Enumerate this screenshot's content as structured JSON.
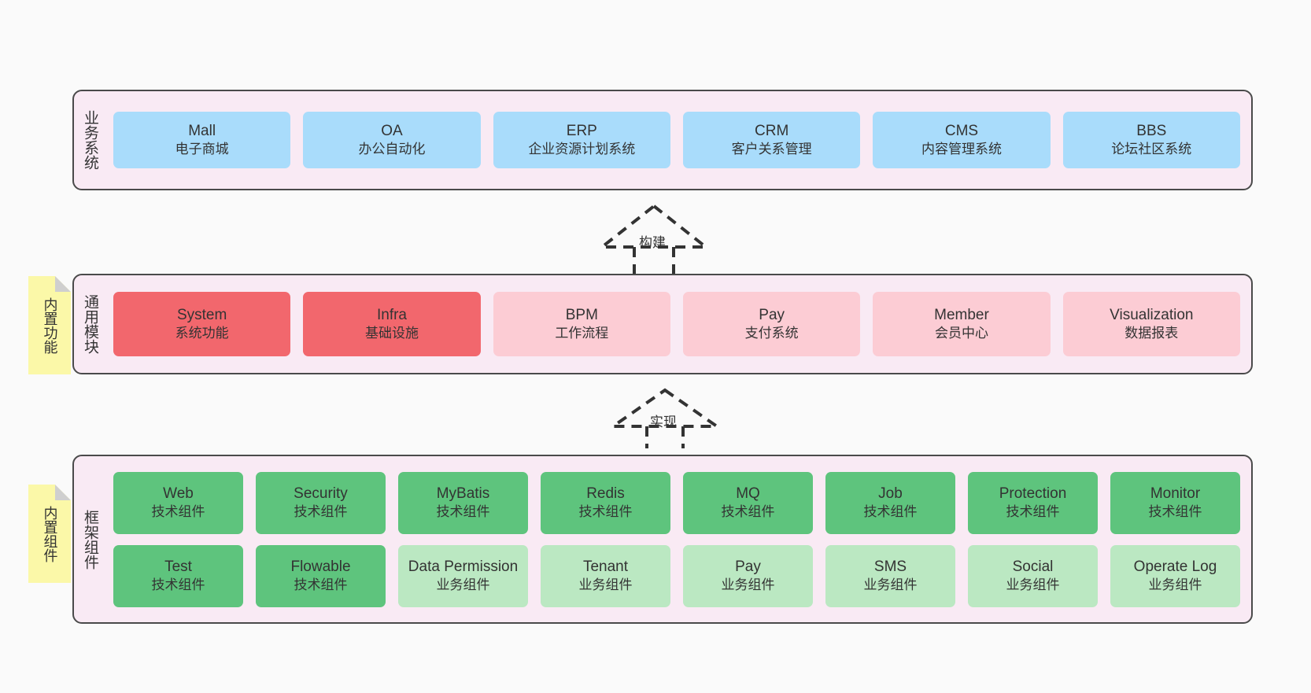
{
  "diagram": {
    "title": "",
    "background": "#fafafa",
    "palette": {
      "layer_fill": "#f9eaf4",
      "layer_border": "#4a4a4a",
      "business_node": "#a9dcfb",
      "module_core_node": "#f2676d",
      "module_node": "#fcccd4",
      "tech_component_node": "#5ec47d",
      "business_component_node": "#bbe8c2",
      "note_fill": "#fbf8a8",
      "note_fold": "#cfcfcf",
      "text": "#333333"
    }
  },
  "layers": [
    {
      "id": "business-system",
      "caption": "业务系统",
      "rows": [
        {
          "nodes": [
            {
              "title": "Mall",
              "sub": "电子商城",
              "color": "blue"
            },
            {
              "title": "OA",
              "sub": "办公自动化",
              "color": "blue"
            },
            {
              "title": "ERP",
              "sub": "企业资源计划系统",
              "color": "blue"
            },
            {
              "title": "CRM",
              "sub": "客户关系管理",
              "color": "blue"
            },
            {
              "title": "CMS",
              "sub": "内容管理系统",
              "color": "blue"
            },
            {
              "title": "BBS",
              "sub": "论坛社区系统",
              "color": "blue"
            }
          ]
        }
      ]
    },
    {
      "id": "common-modules",
      "caption": "通用模块",
      "rows": [
        {
          "nodes": [
            {
              "title": "System",
              "sub": "系统功能",
              "color": "red"
            },
            {
              "title": "Infra",
              "sub": "基础设施",
              "color": "red"
            },
            {
              "title": "BPM",
              "sub": "工作流程",
              "color": "pink"
            },
            {
              "title": "Pay",
              "sub": "支付系统",
              "color": "pink"
            },
            {
              "title": "Member",
              "sub": "会员中心",
              "color": "pink"
            },
            {
              "title": "Visualization",
              "sub": "数据报表",
              "color": "pink"
            }
          ]
        }
      ]
    },
    {
      "id": "framework-components",
      "caption": "框架组件",
      "rows": [
        {
          "nodes": [
            {
              "title": "Web",
              "sub": "技术组件",
              "color": "green"
            },
            {
              "title": "Security",
              "sub": "技术组件",
              "color": "green"
            },
            {
              "title": "MyBatis",
              "sub": "技术组件",
              "color": "green"
            },
            {
              "title": "Redis",
              "sub": "技术组件",
              "color": "green"
            },
            {
              "title": "MQ",
              "sub": "技术组件",
              "color": "green"
            },
            {
              "title": "Job",
              "sub": "技术组件",
              "color": "green"
            },
            {
              "title": "Protection",
              "sub": "技术组件",
              "color": "green"
            },
            {
              "title": "Monitor",
              "sub": "技术组件",
              "color": "green"
            }
          ]
        },
        {
          "nodes": [
            {
              "title": "Test",
              "sub": "技术组件",
              "color": "green"
            },
            {
              "title": "Flowable",
              "sub": "技术组件",
              "color": "green"
            },
            {
              "title": "Data Permission",
              "sub": "业务组件",
              "color": "lightgreen",
              "wrap": true
            },
            {
              "title": "Tenant",
              "sub": "业务组件",
              "color": "lightgreen"
            },
            {
              "title": "Pay",
              "sub": "业务组件",
              "color": "lightgreen"
            },
            {
              "title": "SMS",
              "sub": "业务组件",
              "color": "lightgreen"
            },
            {
              "title": "Social",
              "sub": "业务组件",
              "color": "lightgreen"
            },
            {
              "title": "Operate Log",
              "sub": "业务组件",
              "color": "lightgreen"
            }
          ]
        }
      ]
    }
  ],
  "notes": [
    {
      "id": "builtin-features",
      "label": "内置功能"
    },
    {
      "id": "builtin-components",
      "label": "内置组件"
    }
  ],
  "connectors": [
    {
      "id": "build",
      "label": "构建",
      "style": "dashed-generalization",
      "direction": "up"
    },
    {
      "id": "implement",
      "label": "实现",
      "style": "dashed-generalization",
      "direction": "up"
    }
  ]
}
